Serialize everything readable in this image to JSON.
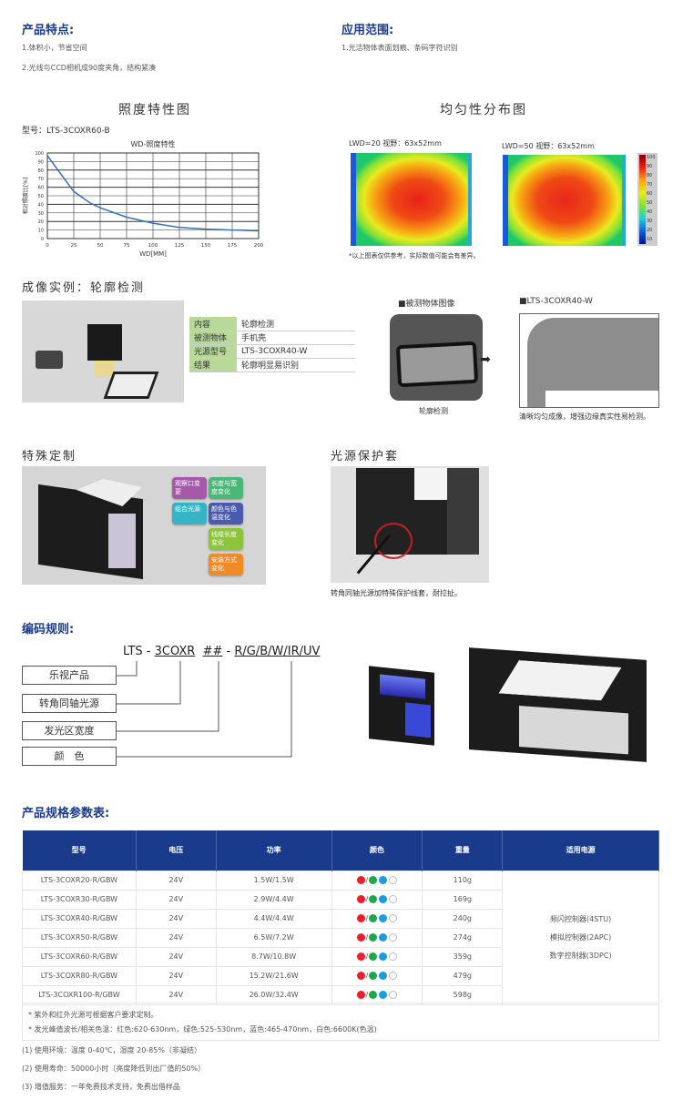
{
  "features": {
    "title": "产品特点:",
    "items": [
      "1.体积小，节省空间",
      "2.光线与CCD相机成90度夹角，结构紧凑"
    ]
  },
  "applications": {
    "title": "应用范围:",
    "items": [
      "1.光洁物体表面划痕、条码字符识别"
    ]
  },
  "illum": {
    "section_title": "照度特性图",
    "model": "型号：LTS-3COXR60-B"
  },
  "chart_data": {
    "type": "line",
    "title": "WD-照度特性",
    "xlabel": "WD[MM]",
    "ylabel": "相对照度比[%]",
    "xlim": [
      0,
      200
    ],
    "ylim": [
      0,
      100
    ],
    "xticks": [
      0,
      25,
      50,
      75,
      100,
      125,
      150,
      175,
      200
    ],
    "yticks": [
      0,
      10,
      20,
      30,
      40,
      50,
      60,
      70,
      80,
      90,
      100
    ],
    "grid": true,
    "x": [
      0,
      10,
      25,
      40,
      50,
      75,
      100,
      125,
      150,
      175,
      200
    ],
    "y": [
      97,
      80,
      55,
      42,
      36,
      25,
      18,
      13,
      11,
      10,
      9
    ]
  },
  "uniform": {
    "section_title": "均匀性分布图",
    "map1_label": "LWD=20  视野：63x52mm",
    "map2_label": "LWD=50  视野：63x52mm",
    "scale": [
      "100",
      "90",
      "80",
      "70",
      "60",
      "50",
      "40",
      "30",
      "20",
      "10"
    ],
    "note": "*以上图表仅供参考，实际数值可能会有差异。"
  },
  "imaging": {
    "title": "成像实例：轮廓检测",
    "rows": [
      {
        "k": "内容",
        "v": "轮廓检测"
      },
      {
        "k": "被测物体",
        "v": "手机壳"
      },
      {
        "k": "光源型号",
        "v": "LTS-3COXR40-W"
      },
      {
        "k": "结果",
        "v": "轮廓明显易识别"
      }
    ],
    "obj_label": "■被测物体图像",
    "obj_caption": "轮廓检测",
    "result_label": "■LTS-3COXR40-W",
    "result_caption": "清晰均匀成像，增强边缘真实性易检测。"
  },
  "custom": {
    "title": "特殊定制",
    "tags": [
      {
        "t": "观察口变更",
        "c": "#a45aa8"
      },
      {
        "t": "长度与宽度变化",
        "c": "#4cb877"
      },
      {
        "t": "组合光源",
        "c": "#36b3c4"
      },
      {
        "t": "颜色与色温变化",
        "c": "#4a5aac"
      },
      {
        "t": "线缆长度变化",
        "c": "#8cc43a"
      },
      {
        "t": "安装方式变化",
        "c": "#f08a24"
      }
    ]
  },
  "protect": {
    "title": "光源保护套",
    "caption": "转角同轴光源加特殊保护线套，耐拉扯。"
  },
  "coding": {
    "title": "编码规则:",
    "code": [
      "LTS",
      "-",
      "3COXR",
      "##",
      "-",
      "R/G/B/W/IR/UV"
    ],
    "boxes": [
      "乐视产品",
      "转角同轴光源",
      "发光区宽度",
      "颜　色"
    ]
  },
  "spec": {
    "title": "产品规格参数表:",
    "headers": [
      "型号",
      "电压",
      "功率",
      "颜色",
      "重量",
      "适用电源"
    ],
    "rows": [
      [
        "LTS-3COXR20-R/GBW",
        "24V",
        "1.5W/1.5W",
        "110g"
      ],
      [
        "LTS-3COXR30-R/GBW",
        "24V",
        "2.9W/4.4W",
        "169g"
      ],
      [
        "LTS-3COXR40-R/GBW",
        "24V",
        "4.4W/4.4W",
        "240g"
      ],
      [
        "LTS-3COXR50-R/GBW",
        "24V",
        "6.5W/7.2W",
        "274g"
      ],
      [
        "LTS-3COXR60-R/GBW",
        "24V",
        "8.7W/10.8W",
        "359g"
      ],
      [
        "LTS-3COXR80-R/GBW",
        "24V",
        "15.2W/21.6W",
        "479g"
      ],
      [
        "LTS-3COXR100-R/GBW",
        "24V",
        "26.0W/32.4W",
        "598g"
      ]
    ],
    "power": [
      "频闪控制器(4STU)",
      "模拟控制器(2APC)",
      "数字控制器(3DPC)"
    ],
    "notes": [
      "* 紫外和红外光源可根据客户要求定制。",
      "* 发光峰值波长/相关色温：红色:620-630nm，绿色:525-530nm，蓝色:465-470nm，白色:6600K(色温)"
    ],
    "footnotes": [
      "(1) 使用环境：温度 0-40℃，湿度 20-85%（非凝结）",
      "(2) 使用寿命：50000小时（亮度降低到出厂值的50%）",
      "(3) 增值服务：一年免费技术支持，免费出借样品"
    ],
    "colors": [
      "#e8202a",
      "#1fa84a",
      "#1e9be0",
      "#ffffff"
    ]
  }
}
